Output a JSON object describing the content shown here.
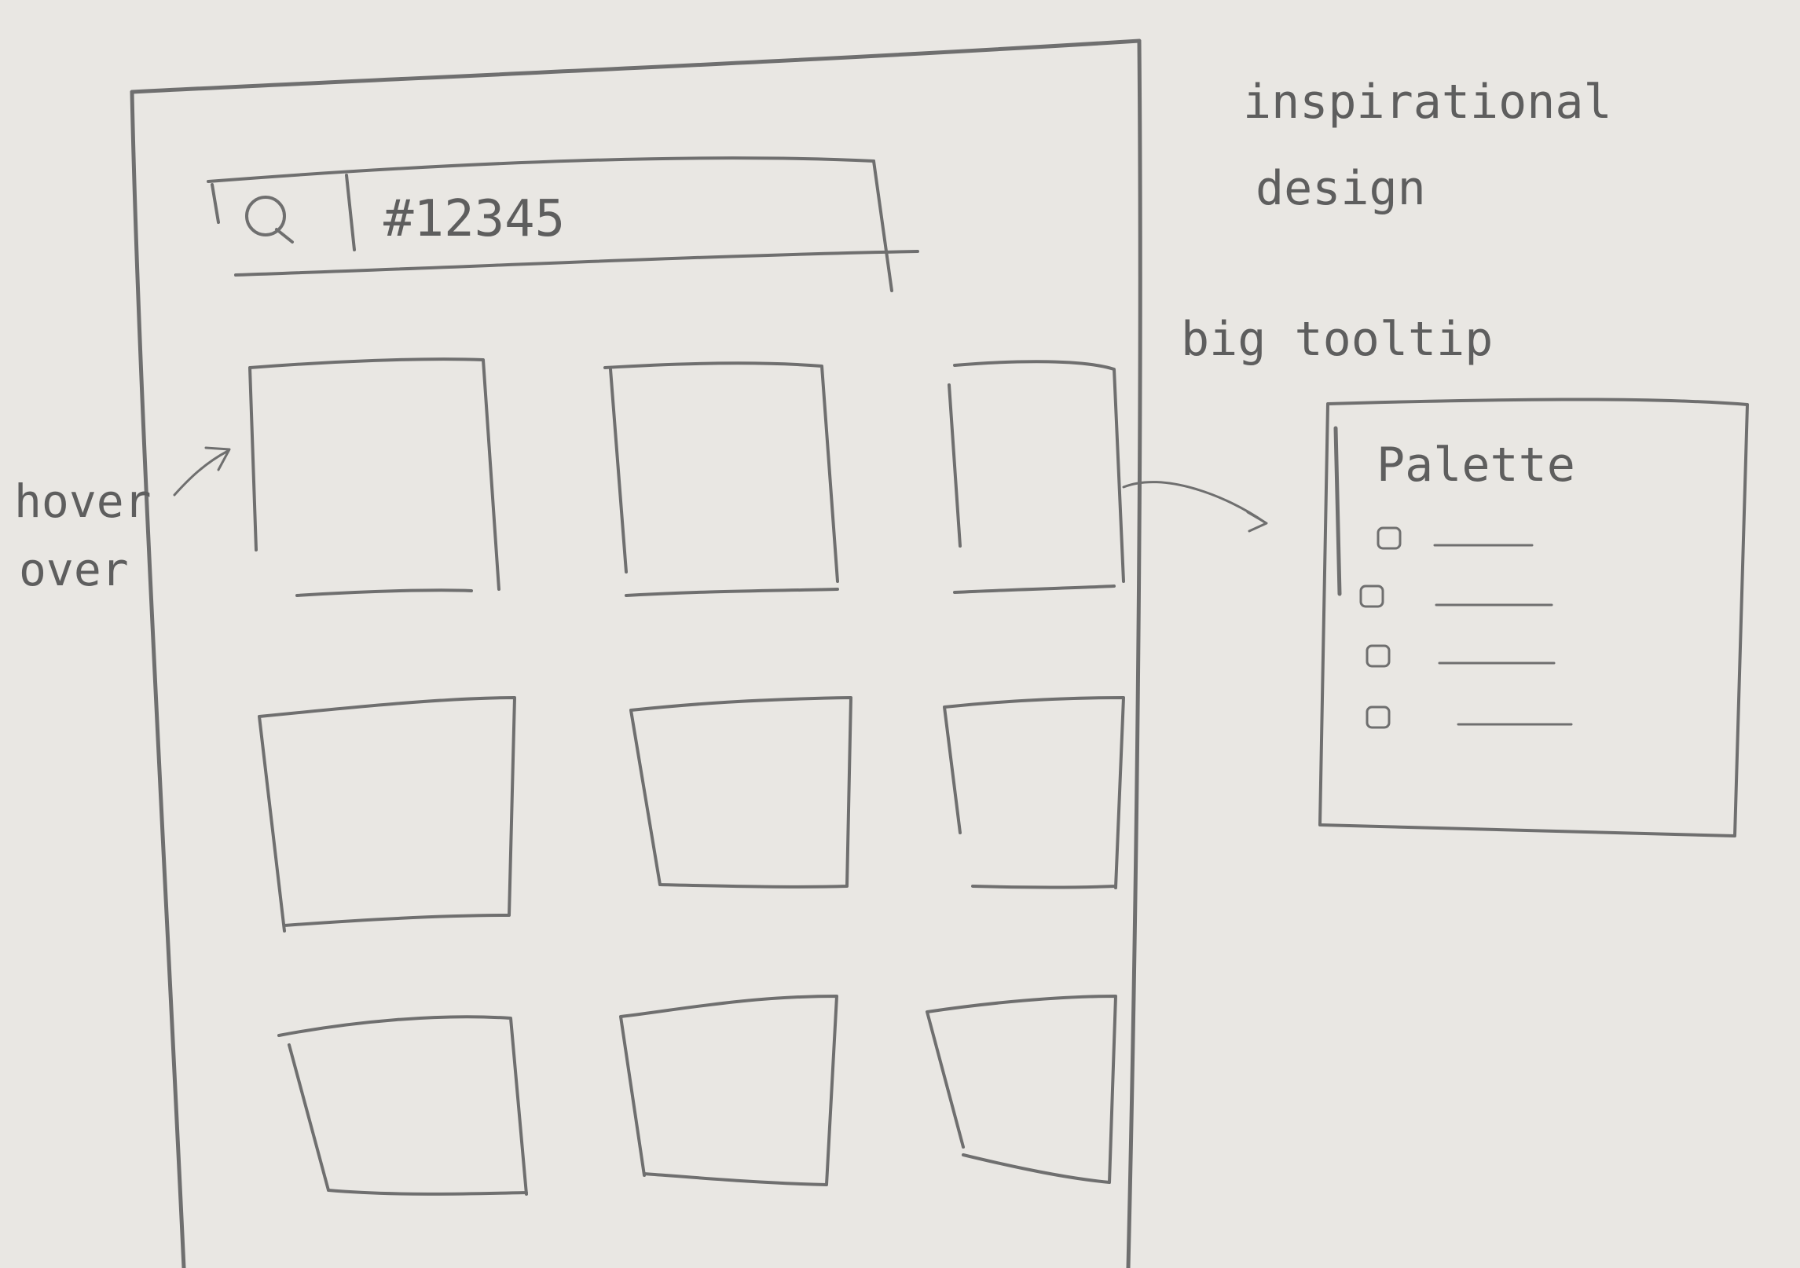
{
  "search": {
    "query": "#12345",
    "search_icon": "search-icon"
  },
  "notes": {
    "hover_line1": "hover",
    "hover_line2": "over",
    "inspirational_line1": "inspirational",
    "inspirational_line2": "design",
    "tooltip_note": "big tooltip"
  },
  "tooltip": {
    "title": "Palette",
    "items": [
      "",
      "",
      "",
      ""
    ]
  },
  "grid": {
    "rows": 3,
    "columns": 3
  },
  "colors": {
    "paper": "#e9e7e3",
    "pencil": "#6f6f6f"
  }
}
